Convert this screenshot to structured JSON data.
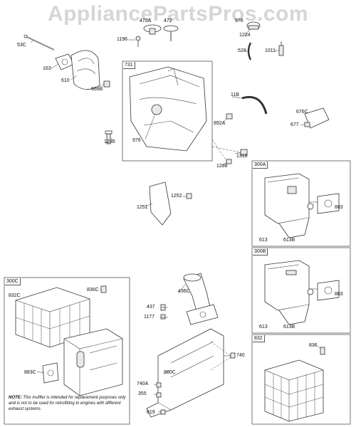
{
  "watermark": "AppliancePartsPros.com",
  "boxes": {
    "b731": "731",
    "b300A": "300A",
    "b300B": "300B",
    "b300C": "300C",
    "b832": "832"
  },
  "labels": {
    "p53C": "53C",
    "p163": "163",
    "p610": "610",
    "p668B": "668B",
    "p1196": "1196",
    "p472A": "472A",
    "p472": "472",
    "p976top": "976",
    "p1224": "1224",
    "p528": "528",
    "p1011": "1011",
    "p976": "976",
    "p1230": "1230",
    "p11B": "11B",
    "p892A": "892A",
    "p676C": "676C",
    "p677": "677",
    "p1318": "1318",
    "p1288": "1288",
    "p1252": "1252",
    "p1251": "1251",
    "p883a": "883",
    "p613a": "613",
    "p613Ba": "613B",
    "p883b": "883",
    "p613b": "613",
    "p613Bb": "613B",
    "p832C": "832C",
    "p836C": "836C",
    "p883C": "883C",
    "p436C": "436C",
    "p437": "437",
    "p1177": "1177",
    "p860C": "860C",
    "p740": "740",
    "p740A": "740A",
    "p355": "355",
    "p819": "819",
    "p836": "836"
  },
  "note": {
    "lead": "NOTE:",
    "text": "This muffler is intended for replacement purposes only and is not to be used for retrofitting to engines with different exhaust systems."
  }
}
